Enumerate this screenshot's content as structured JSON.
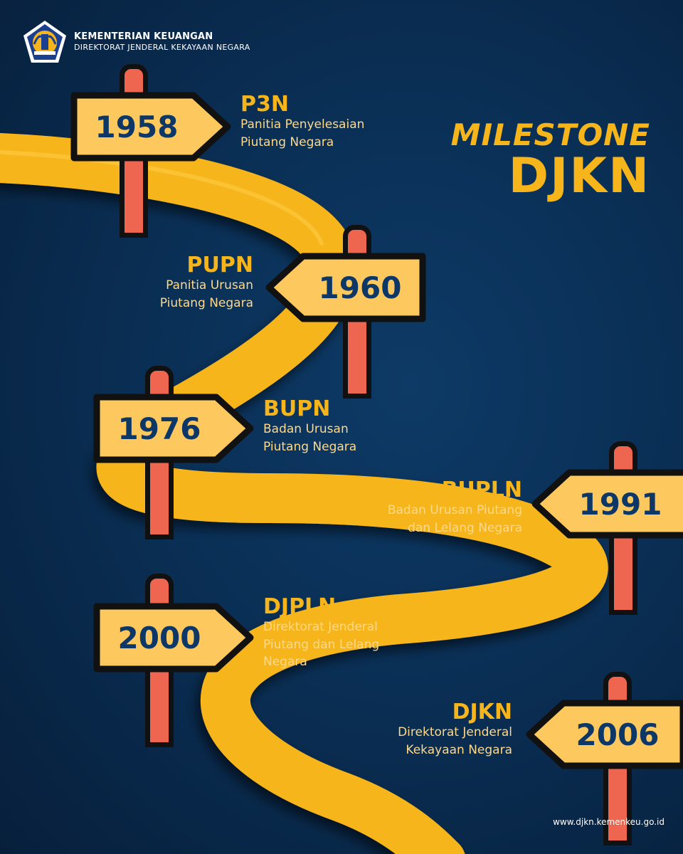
{
  "header": {
    "org": "KEMENTERIAN KEUANGAN",
    "directorate": "DIREKTORAT JENDERAL KEKAYAAN NEGARA"
  },
  "headline": {
    "line1": "MILESTONE",
    "line2": "DJKN"
  },
  "milestones": [
    {
      "year": "1958",
      "abbr": "P3N",
      "full_lines": [
        "Panitia Penyelesaian",
        "Piutang Negara"
      ]
    },
    {
      "year": "1960",
      "abbr": "PUPN",
      "full_lines": [
        "Panitia Urusan",
        "Piutang Negara"
      ]
    },
    {
      "year": "1976",
      "abbr": "BUPN",
      "full_lines": [
        "Badan Urusan",
        "Piutang Negara"
      ]
    },
    {
      "year": "1991",
      "abbr": "BUPLN",
      "full_lines": [
        "Badan Urusan Piutang",
        "dan Lelang Negara"
      ]
    },
    {
      "year": "2000",
      "abbr": "DJPLN",
      "full_lines": [
        "Direktorat Jenderal",
        "Piutang dan Lelang",
        "Negara"
      ]
    },
    {
      "year": "2006",
      "abbr": "DJKN",
      "full_lines": [
        "Direktorat Jenderal",
        "Kekayaan Negara"
      ]
    }
  ],
  "footer": {
    "website": "www.djkn.kemenkeu.go.id"
  },
  "colors": {
    "background": "#0a2f55",
    "road": "#f7b51c",
    "sign": "#fdc95e",
    "pole": "#ee6650",
    "year_text": "#0c3766",
    "accent": "#f7b51c"
  }
}
